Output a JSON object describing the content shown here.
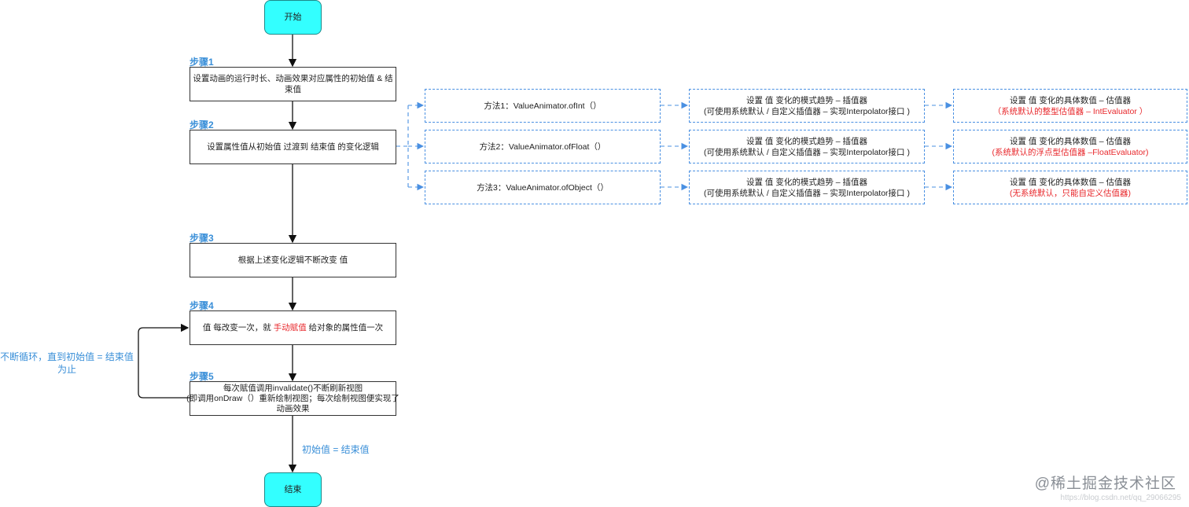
{
  "nodes": {
    "start": "开始",
    "end": "结束",
    "step1_text": "设置动画的运行时长、动画效果对应属性的初始值 & 结束值",
    "step2_text": "设置属性值从初始值 过渡到 结束值 的变化逻辑",
    "step3_text": "根据上述变化逻辑不断改变 值",
    "step4_before": "值 每改变一次，就 ",
    "step4_red": "手动赋值",
    "step4_after": " 给对象的属性值一次",
    "step5_line1": "每次赋值调用invalidate()不断刷新视图",
    "step5_line2": "(即调用onDraw（）重新绘制视图；每次绘制视图便实现了",
    "step5_line3": "动画效果"
  },
  "steps": {
    "s1": "步骤1",
    "s2": "步骤2",
    "s3": "步骤3",
    "s4": "步骤4",
    "s5": "步骤5"
  },
  "loop_note": {
    "line1": "不断循环，直到初始值 = 结束值",
    "line2": "为止"
  },
  "end_condition": "初始值 = 结束值",
  "methods": [
    {
      "method": "方法1：ValueAnimator.ofInt（）",
      "interp_line1": "设置 值 变化的模式趋势 – 插值器",
      "interp_line2": "(可使用系统默认 / 自定义插值器 – 实现Interpolator接口 )",
      "eval_line1": "设置 值 变化的具体数值 – 估值器",
      "eval_line2": "（系统默认的整型估值器 – IntEvaluator ）"
    },
    {
      "method": "方法2：ValueAnimator.ofFloat（）",
      "interp_line1": "设置 值 变化的模式趋势 – 插值器",
      "interp_line2": "(可使用系统默认 / 自定义插值器 – 实现Interpolator接口 )",
      "eval_line1": "设置 值 变化的具体数值 – 估值器",
      "eval_line2": "(系统默认的浮点型估值器  –FloatEvaluator)"
    },
    {
      "method": "方法3：ValueAnimator.ofObject（）",
      "interp_line1": "设置 值 变化的模式趋势 – 插值器",
      "interp_line2": "(可使用系统默认 / 自定义插值器 – 实现Interpolator接口 )",
      "eval_line1": "设置 值 变化的具体数值 – 估值器",
      "eval_line2": "(无系统默认，只能自定义估值器)"
    }
  ],
  "watermark": "@稀土掘金技术社区",
  "watermark_sub": "https://blog.csdn.net/qq_29066295",
  "colors": {
    "terminal_fill": "#33ffff",
    "step_label": "#3a8fd8",
    "dashed_border": "#4a90e2",
    "highlight_red": "#e8282c"
  }
}
